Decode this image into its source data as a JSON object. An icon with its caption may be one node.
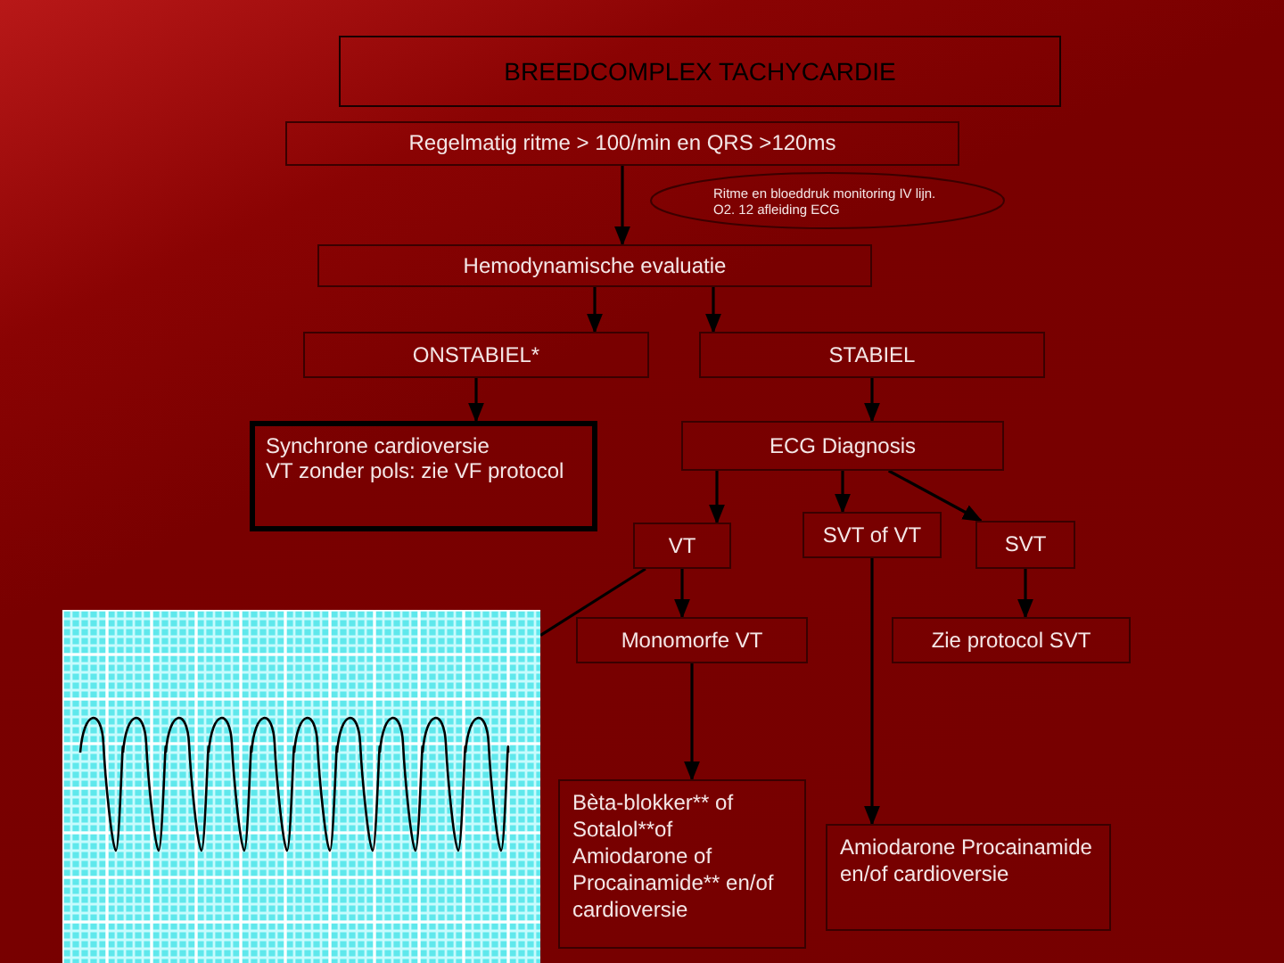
{
  "diagram": {
    "nodes": [
      {
        "text": [
          "BREEDCOMPLEX TACHYCARDIE"
        ]
      },
      {
        "text": [
          "Regelmatig ritme > 100/min en QRS >120ms"
        ]
      },
      {
        "text": [
          "Ritme en bloeddruk monitoring IV lijn. O2. 12 afleiding ECG"
        ]
      },
      {
        "text": [
          "Hemodynamische evaluatie"
        ]
      },
      {
        "text": [
          "ONSTABIEL*"
        ]
      },
      {
        "text": [
          "STABIEL"
        ]
      },
      {
        "text": [
          "Synchrone cardioversie",
          "VT zonder pols: zie VF protocol"
        ]
      },
      {
        "text": [
          "ECG Diagnosis"
        ]
      },
      {
        "text": [
          "VT"
        ]
      },
      {
        "text": [
          "SVT of VT"
        ]
      },
      {
        "text": [
          "SVT"
        ]
      },
      {
        "text": [
          "Monomorfe VT"
        ]
      },
      {
        "text": [
          "Zie protocol SVT"
        ]
      },
      {
        "text": [
          "Bèta-blokker** of Sotalol**of Amiodarone of Procainamide** en/of cardioversie"
        ]
      },
      {
        "text": [
          "Amiodarone Procainamide en/of cardioversie"
        ]
      },
      {
        "text": [],
        "shape": "picture"
      }
    ],
    "edges": [
      {
        "from": 1,
        "to": 3,
        "arrow": "to"
      },
      {
        "from": 3,
        "to": 4,
        "arrow": "to"
      },
      {
        "from": 3,
        "to": 5,
        "arrow": "to"
      },
      {
        "from": 4,
        "to": 6,
        "arrow": "to"
      },
      {
        "from": 5,
        "to": 7,
        "arrow": "to"
      },
      {
        "from": 7,
        "to": 8,
        "arrow": "to"
      },
      {
        "from": 7,
        "to": 9,
        "arrow": "to"
      },
      {
        "from": 7,
        "to": 10,
        "arrow": "to"
      },
      {
        "from": 8,
        "to": 11,
        "arrow": "to"
      },
      {
        "from": 10,
        "to": 12,
        "arrow": "to"
      },
      {
        "from": 11,
        "to": 13,
        "arrow": "to"
      },
      {
        "from": 9,
        "to": 14,
        "arrow": "to"
      },
      {
        "from": 8,
        "to": 15,
        "arrow": "none"
      }
    ]
  }
}
